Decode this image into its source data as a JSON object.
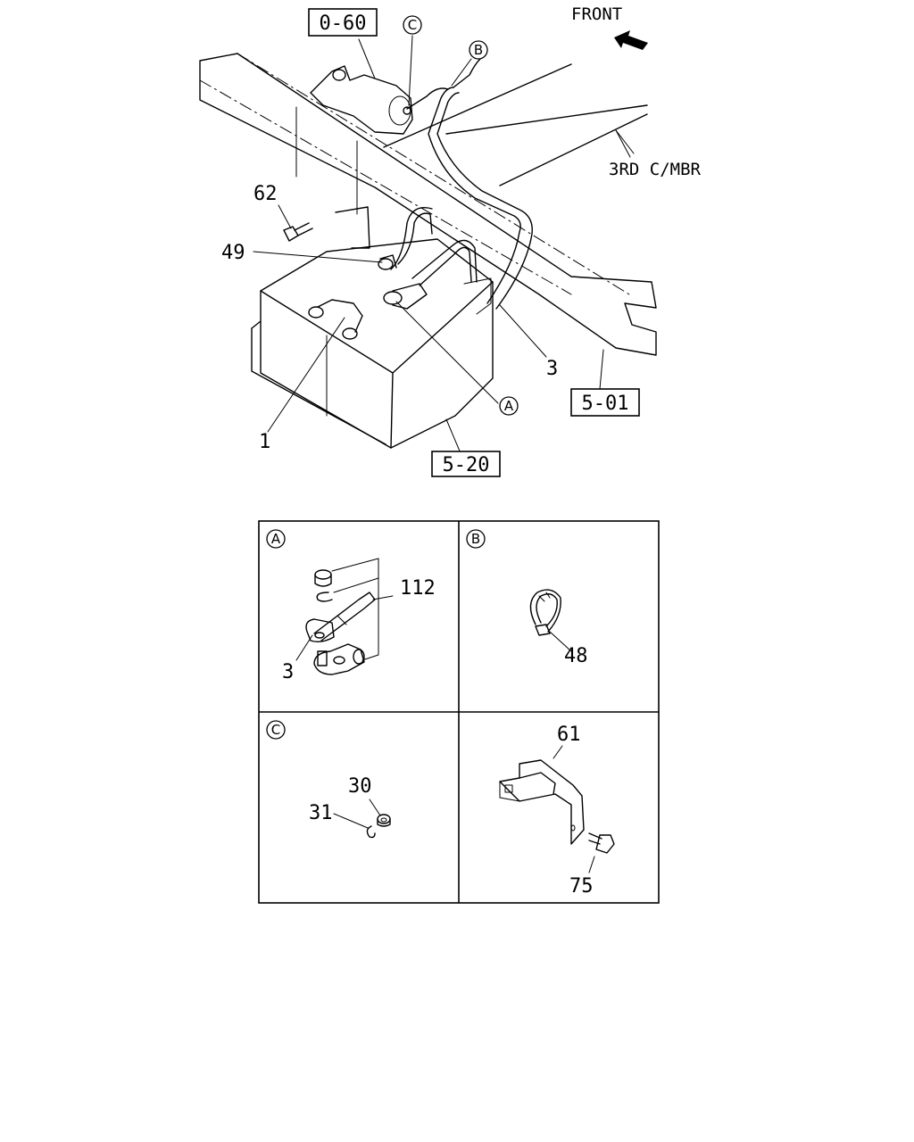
{
  "top_view": {
    "front_label": "FRONT",
    "crossmember_label": "3RD C/MBR",
    "ref_boxes": [
      "0-60",
      "5-01",
      "5-20"
    ],
    "callouts": [
      "A",
      "B",
      "C"
    ],
    "part_numbers": [
      "62",
      "49",
      "1",
      "3"
    ]
  },
  "detail_a": {
    "callout": "A",
    "parts": [
      "112",
      "3"
    ]
  },
  "detail_b": {
    "callout": "B",
    "parts": [
      "48"
    ]
  },
  "detail_c": {
    "callout": "C",
    "parts": [
      "30",
      "31"
    ]
  },
  "detail_d": {
    "parts": [
      "61",
      "75"
    ]
  }
}
